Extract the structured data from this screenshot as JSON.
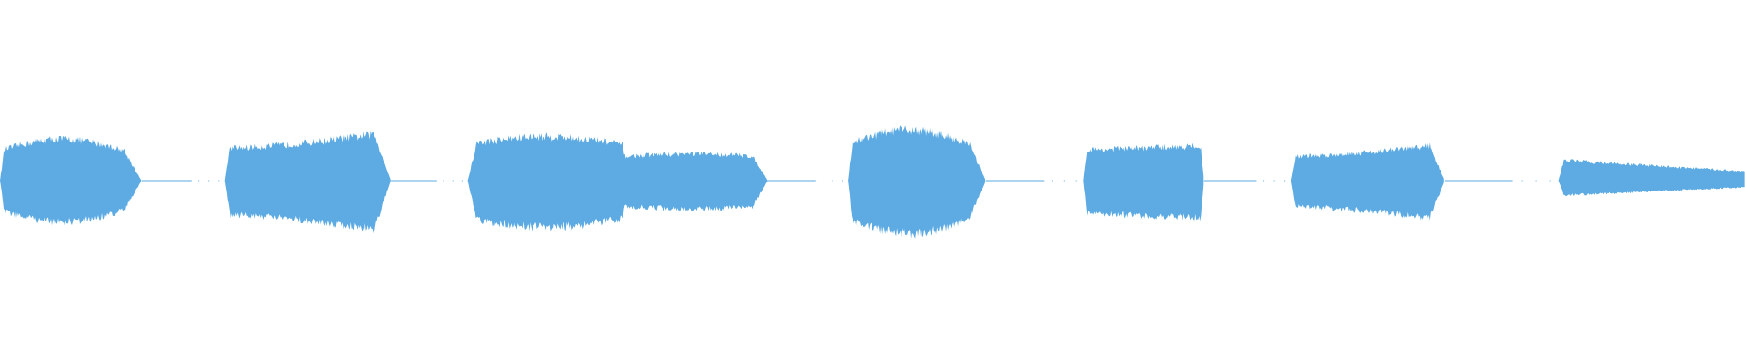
{
  "waveform": {
    "color": "#5dabe2",
    "background": "#ffffff",
    "duration": 1.0,
    "amplitude_range": [
      -1,
      1
    ],
    "segments": [
      {
        "start": 0.0,
        "end": 0.081,
        "peak_top": 0.5,
        "peak_bottom": 0.5,
        "shape": "bulge"
      },
      {
        "start": 0.129,
        "end": 0.224,
        "peak_top": 0.56,
        "peak_bottom": 0.59,
        "shape": "rise"
      },
      {
        "start": 0.268,
        "end": 0.44,
        "peak_top": 0.53,
        "peak_bottom": 0.56,
        "shape": "two-level"
      },
      {
        "start": 0.486,
        "end": 0.565,
        "peak_top": 0.61,
        "peak_bottom": 0.64,
        "shape": "bulge"
      },
      {
        "start": 0.621,
        "end": 0.69,
        "peak_top": 0.42,
        "peak_bottom": 0.45,
        "shape": "flat-cut"
      },
      {
        "start": 0.74,
        "end": 0.828,
        "peak_top": 0.42,
        "peak_bottom": 0.45,
        "shape": "rise"
      },
      {
        "start": 0.893,
        "end": 1.0,
        "peak_top": 0.25,
        "peak_bottom": 0.18,
        "shape": "taper"
      }
    ]
  }
}
